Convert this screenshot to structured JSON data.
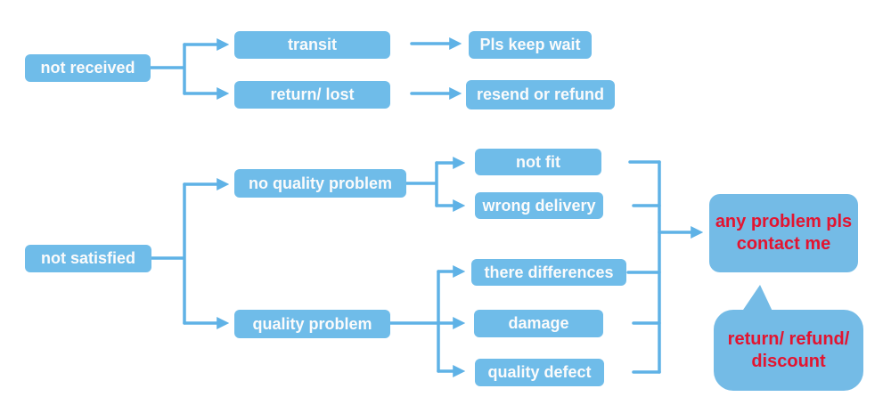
{
  "palette": {
    "node_fill": "#6fbce9",
    "connector": "#5fb2e6",
    "node_text": "#fbfbfb",
    "result_text": "#e31430",
    "background": "#ffffff"
  },
  "diagram": {
    "type": "flowchart",
    "description": "Customer-service decision flowchart: order issues mapped to resolutions",
    "roots": [
      "not received",
      "not satisfied"
    ],
    "edges": [
      [
        "not received",
        "transit"
      ],
      [
        "not received",
        "return/ lost"
      ],
      [
        "transit",
        "Pls keep wait"
      ],
      [
        "return/ lost",
        "resend or refund"
      ],
      [
        "not satisfied",
        "no quality problem"
      ],
      [
        "not satisfied",
        "quality problem"
      ],
      [
        "no quality problem",
        "not fit"
      ],
      [
        "no quality problem",
        "wrong delivery"
      ],
      [
        "quality problem",
        "there differences"
      ],
      [
        "quality problem",
        "damage"
      ],
      [
        "quality problem",
        "quality defect"
      ],
      [
        "not fit",
        "any problem pls contact me"
      ],
      [
        "wrong delivery",
        "any problem pls contact me"
      ],
      [
        "there differences",
        "any problem pls contact me"
      ],
      [
        "damage",
        "any problem pls contact me"
      ],
      [
        "quality defect",
        "any problem pls contact me"
      ],
      [
        "any problem pls contact me",
        "return/ refund/ discount"
      ]
    ]
  },
  "nodes": {
    "not_received": {
      "label": "not received"
    },
    "transit": {
      "label": "transit"
    },
    "return_lost": {
      "label": "return/ lost"
    },
    "pls_keep_wait": {
      "label": "Pls keep wait"
    },
    "resend_or_refund": {
      "label": "resend or refund"
    },
    "not_satisfied": {
      "label": "not satisfied"
    },
    "no_quality_problem": {
      "label": "no quality problem"
    },
    "quality_problem": {
      "label": "quality problem"
    },
    "not_fit": {
      "label": "not fit"
    },
    "wrong_delivery": {
      "label": "wrong delivery"
    },
    "there_differences": {
      "label": "there differences"
    },
    "damage": {
      "label": "damage"
    },
    "quality_defect": {
      "label": "quality defect"
    },
    "any_problem": {
      "lines": [
        "any problem pls",
        "contact me"
      ]
    },
    "outcome": {
      "lines": [
        "return/ refund/",
        "discount"
      ]
    }
  }
}
